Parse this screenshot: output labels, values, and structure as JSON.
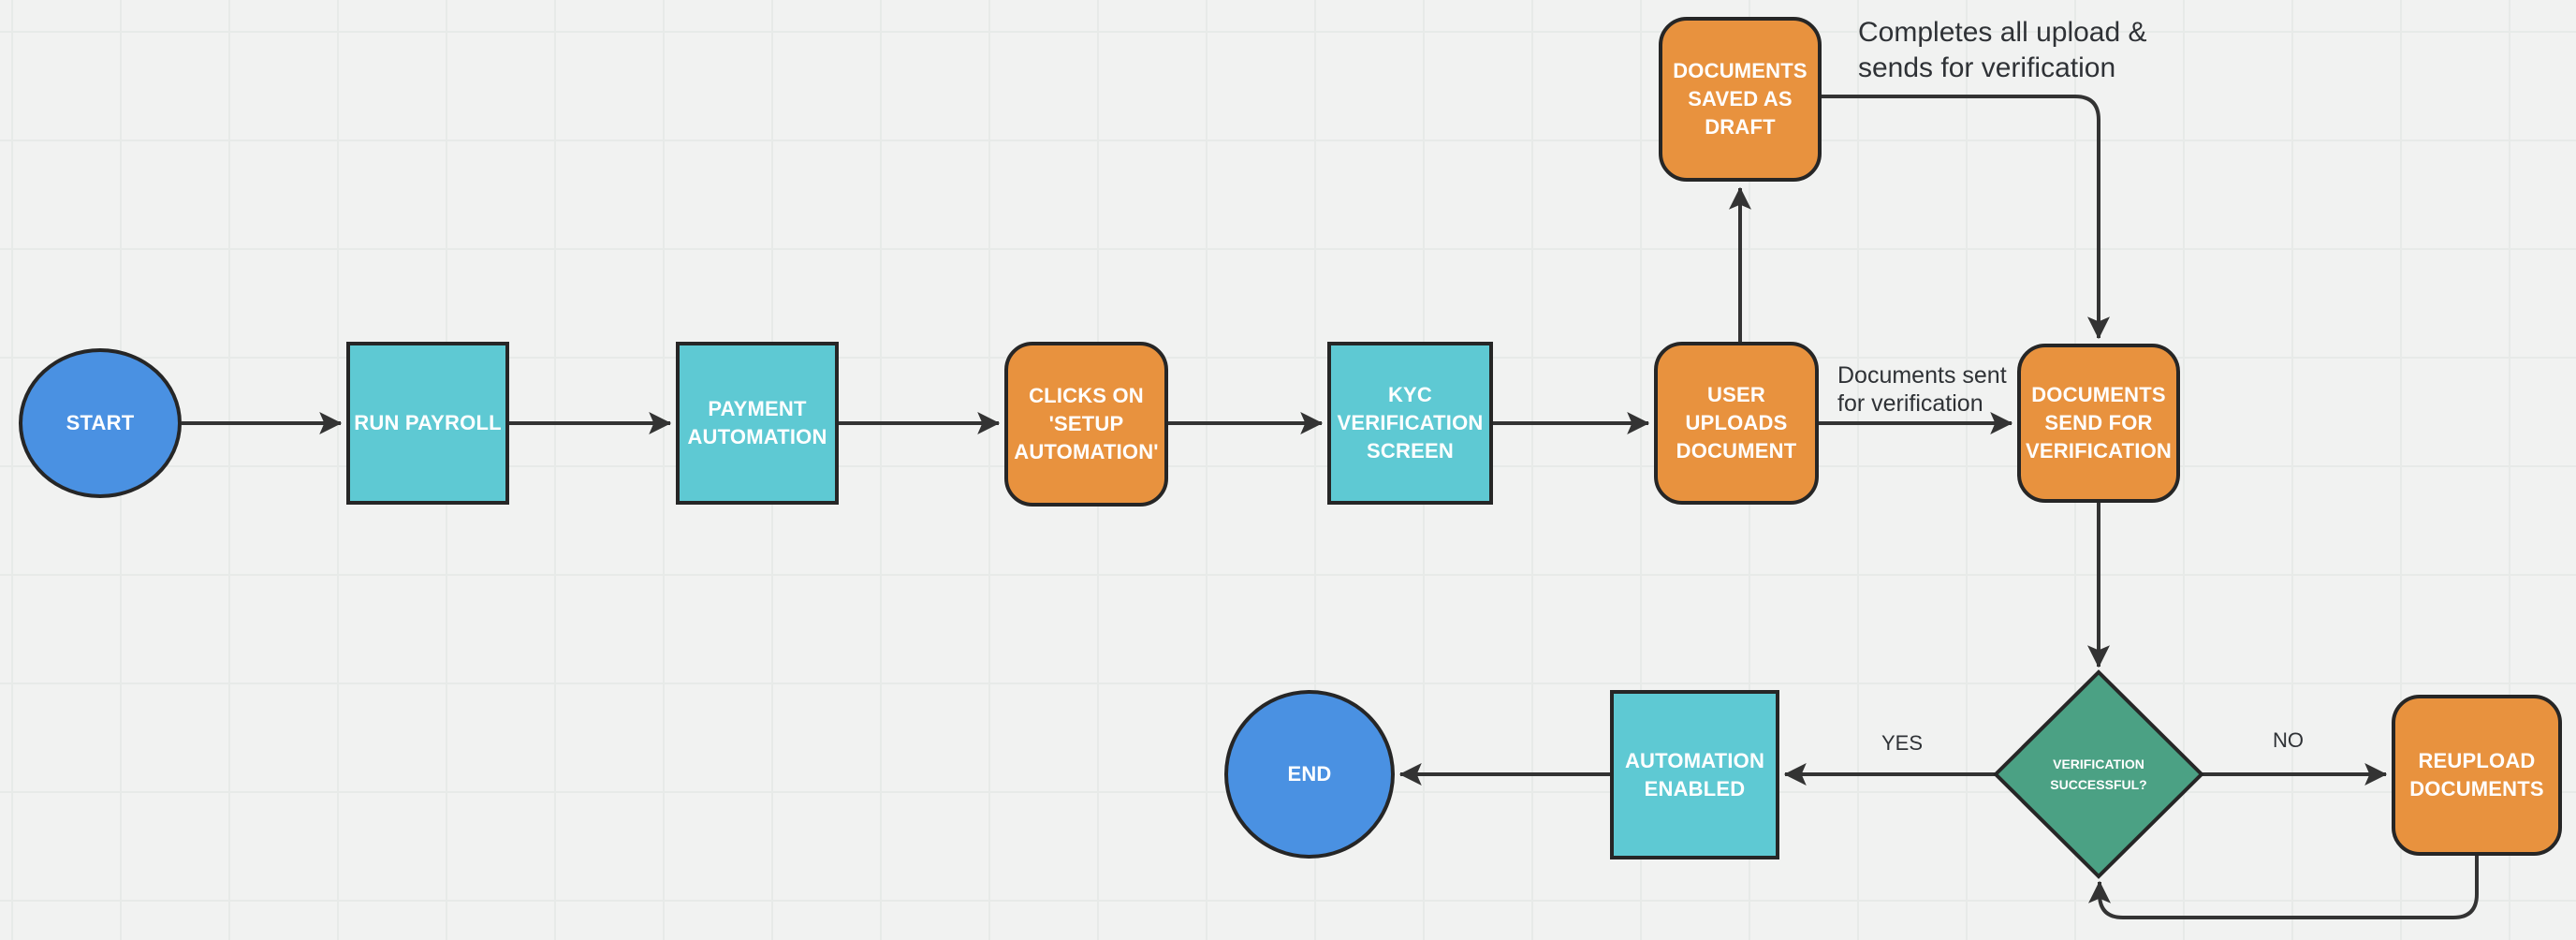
{
  "diagram": {
    "type": "flowchart",
    "nodes": [
      {
        "id": "start",
        "type": "terminal",
        "label": "START"
      },
      {
        "id": "run-payroll",
        "type": "process",
        "label": "RUN PAYROLL"
      },
      {
        "id": "payment-automation",
        "type": "process",
        "label": "PAYMENT AUTOMATION"
      },
      {
        "id": "clicks-setup-automation",
        "type": "action",
        "label": "CLICKS ON 'SETUP AUTOMATION'"
      },
      {
        "id": "kyc-verification-screen",
        "type": "process",
        "label": "KYC VERIFICATION SCREEN"
      },
      {
        "id": "user-uploads-document",
        "type": "action",
        "label": "USER UPLOADS DOCUMENT"
      },
      {
        "id": "documents-saved-as-draft",
        "type": "action",
        "label": "DOCUMENTS SAVED AS DRAFT"
      },
      {
        "id": "documents-send-for-verification",
        "type": "action",
        "label": "DOCUMENTS SEND FOR VERIFICATION"
      },
      {
        "id": "verification-successful",
        "type": "decision",
        "label": "VERIFICATION SUCCESSFUL?"
      },
      {
        "id": "automation-enabled",
        "type": "process",
        "label": "AUTOMATION ENABLED"
      },
      {
        "id": "end",
        "type": "terminal",
        "label": "END"
      },
      {
        "id": "reupload-documents",
        "type": "action",
        "label": "REUPLOAD DOCUMENTS"
      }
    ],
    "edge_labels": {
      "completes_line1": "Completes all upload &",
      "completes_line2": "sends for verification",
      "docs_sent_line1": "Documents sent",
      "docs_sent_line2": "for verification",
      "yes": "YES",
      "no": "NO"
    },
    "colors": {
      "terminal_fill": "#4a91e2",
      "process_fill": "#5ec9d3",
      "action_fill": "#e8923e",
      "decision_fill": "#4ba184",
      "node_border": "#262626",
      "arrow": "#333333",
      "node_text": "#ffffff",
      "label_text": "#2f3236",
      "background": "#f1f2f1",
      "grid_line": "#e7eae8"
    }
  }
}
